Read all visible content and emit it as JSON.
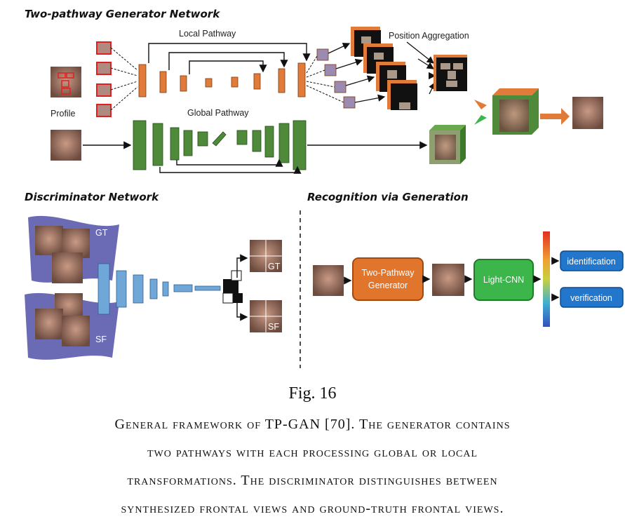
{
  "figure": {
    "generator_title": "Two-pathway Generator Network",
    "local_pathway": "Local Pathway",
    "global_pathway": "Global Pathway",
    "position_aggregation": "Position Aggregation",
    "profile": "Profile",
    "discriminator_title": "Discriminator Network",
    "recognition_title": "Recognition via Generation",
    "gt": "GT",
    "sf": "SF",
    "generator_box_line1": "Two-Pathway",
    "generator_box_line2": "Generator",
    "lightcnn": "Light-CNN",
    "identification": "identification",
    "verification": "verification"
  },
  "colors": {
    "orange": "#e07b39",
    "green": "#4f8a3b",
    "blue": "#6fa8d8",
    "purple": "#6b6bb5",
    "gen_box": "#e0752b",
    "cnn_box": "#3cb54a",
    "out_box": "#2277cc"
  },
  "caption": {
    "number": "Fig. 16",
    "lines": [
      "General framework of TP-GAN [70]. The generator contains",
      "two pathways with each processing global or local",
      "transformations. The discriminator distinguishes between",
      "synthesized frontal views and ground-truth frontal views."
    ]
  }
}
